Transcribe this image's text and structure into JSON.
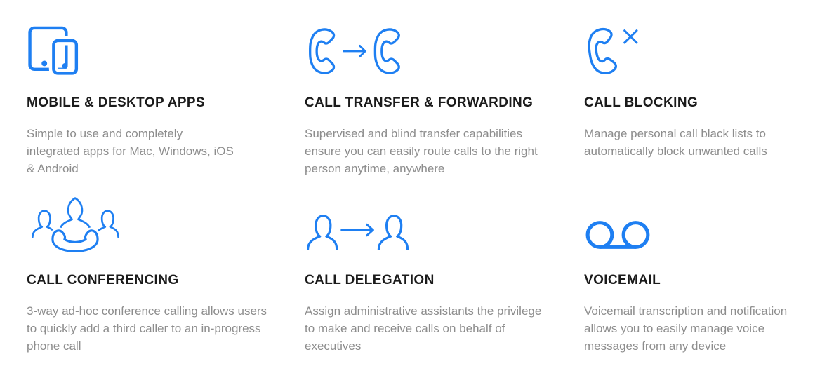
{
  "accent_color": "#1e7ff2",
  "title_color": "#1b1b1b",
  "body_color": "#8d8d8d",
  "features": [
    {
      "title": "MOBILE & DESKTOP APPS",
      "description": "Simple to use and completely integrated apps for Mac, Windows, iOS & Android",
      "icon": "mobile-desktop-apps-icon"
    },
    {
      "title": "CALL TRANSFER & FORWARDING",
      "description": "Supervised and blind transfer capabilities ensure you can easily route calls to the right person anytime, anywhere",
      "icon": "call-transfer-icon"
    },
    {
      "title": "CALL BLOCKING",
      "description": "Manage personal call black lists to automatically block unwanted calls",
      "icon": "call-blocking-icon"
    },
    {
      "title": "CALL CONFERENCING",
      "description": "3-way ad-hoc conference calling allows users to quickly add a third caller to an in-progress phone call",
      "icon": "call-conferencing-icon"
    },
    {
      "title": "CALL DELEGATION",
      "description": "Assign administrative assistants the privilege to make and receive calls on behalf of executives",
      "icon": "call-delegation-icon"
    },
    {
      "title": "VOICEMAIL",
      "description": "Voicemail transcription and notification allows you to easily manage voice messages from any device",
      "icon": "voicemail-icon"
    }
  ]
}
